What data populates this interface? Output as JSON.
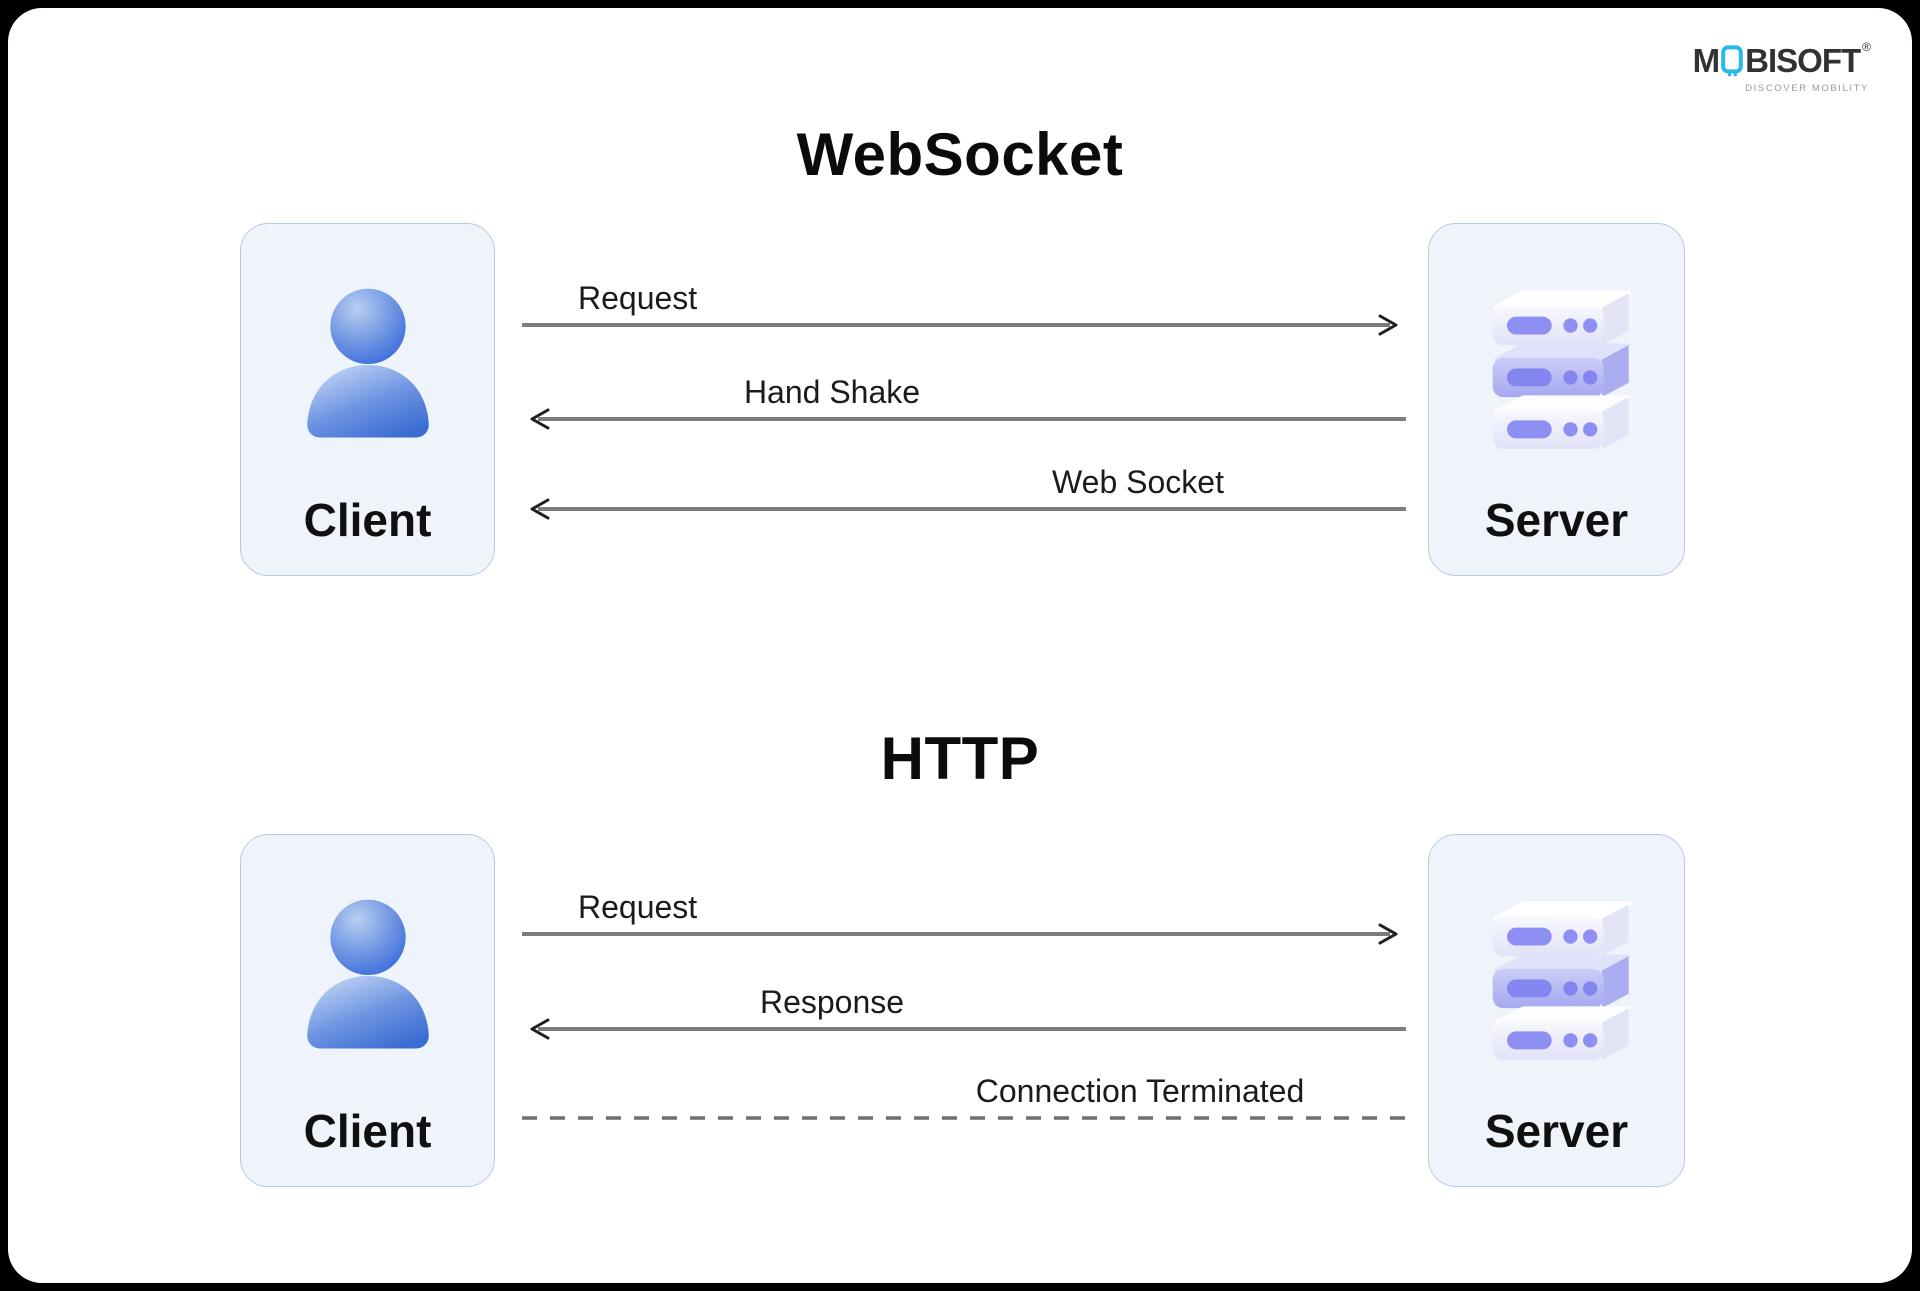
{
  "logo": {
    "brand_prefix": "M",
    "brand_suffix": "BISOFT",
    "registered_mark": "®",
    "tagline": "DISCOVER MOBILITY"
  },
  "sections": [
    {
      "title": "WebSocket",
      "client": {
        "label": "Client"
      },
      "server": {
        "label": "Server"
      },
      "messages": [
        {
          "label": "Request",
          "direction": "right",
          "line_style": "solid"
        },
        {
          "label": "Hand Shake",
          "direction": "left",
          "line_style": "solid"
        },
        {
          "label": "Web Socket",
          "direction": "left",
          "line_style": "solid"
        }
      ]
    },
    {
      "title": "HTTP",
      "client": {
        "label": "Client"
      },
      "server": {
        "label": "Server"
      },
      "messages": [
        {
          "label": "Request",
          "direction": "right",
          "line_style": "solid"
        },
        {
          "label": "Response",
          "direction": "left",
          "line_style": "solid"
        },
        {
          "label": "Connection Terminated",
          "direction": "none",
          "line_style": "dashed"
        }
      ]
    }
  ],
  "colors": {
    "canvas_background": "#000000",
    "card_background": "#ffffff",
    "entity_box_fill": "#eff4fb",
    "entity_box_border": "#b7c9e9",
    "arrow_line_gray": "#7d7d7d",
    "arrow_head_dark": "#1f1f1f",
    "client_icon_blue": "#3e6fd6",
    "server_icon_purple": "#8d90f2",
    "logo_text": "#303234",
    "logo_phone_cyan": "#29b8e8",
    "tagline_gray": "#9a9a9a"
  }
}
